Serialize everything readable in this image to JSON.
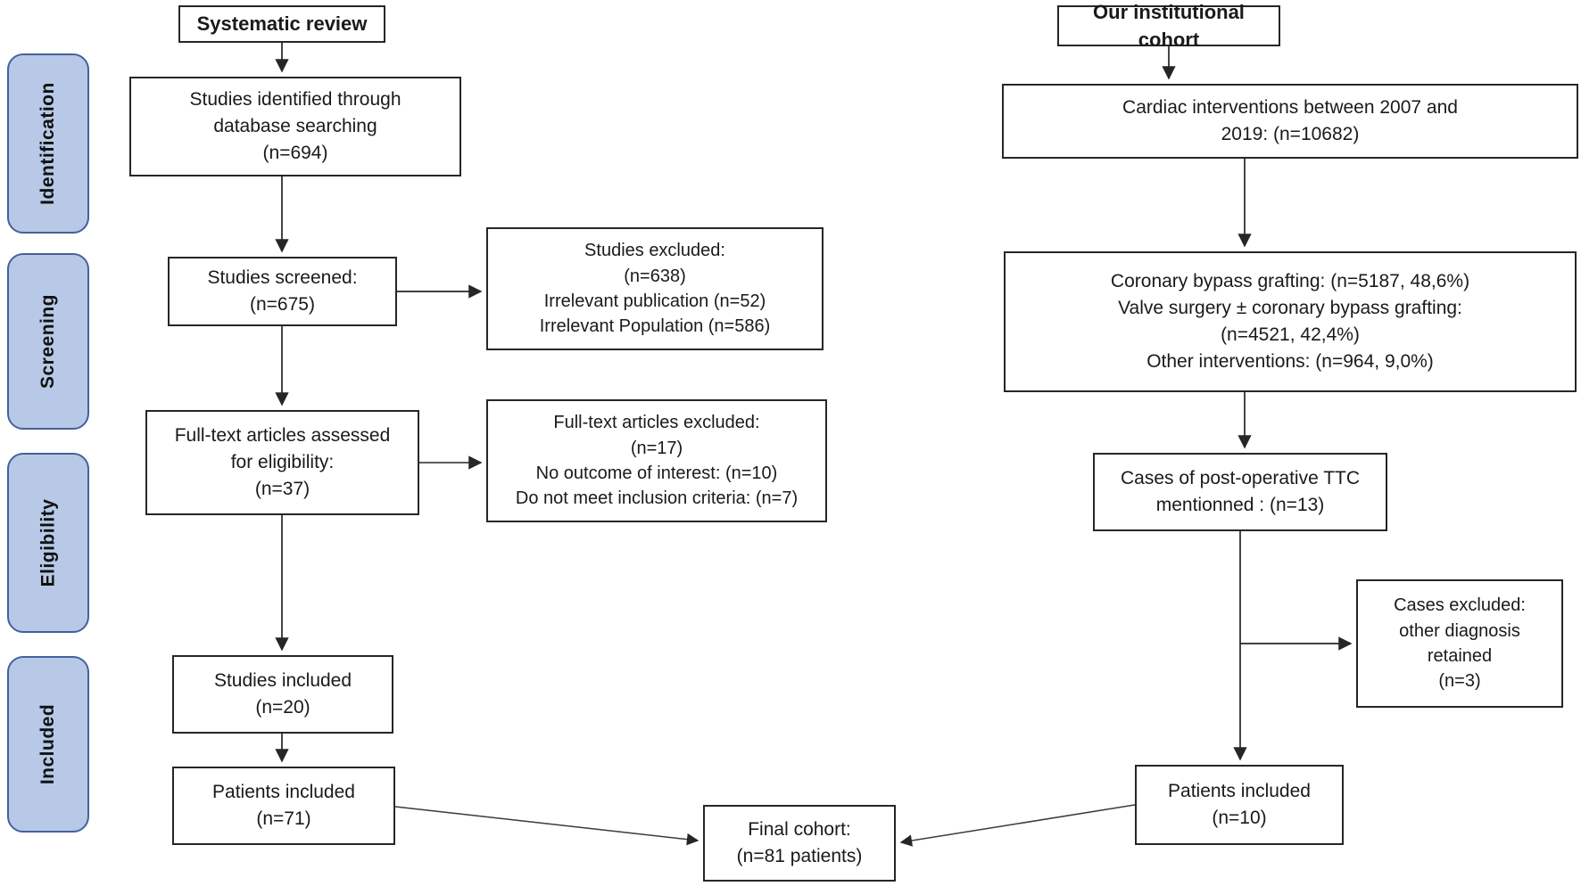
{
  "headers": {
    "systematic_review": "Systematic review",
    "institutional_cohort": "Our institutional cohort"
  },
  "sidebar": {
    "items": [
      {
        "label": "Identification"
      },
      {
        "label": "Screening"
      },
      {
        "label": "Eligibility"
      },
      {
        "label": "Included"
      }
    ]
  },
  "systematic_review_flow": {
    "studies_identified": "Studies identified through\ndatabase searching\n(n=694)",
    "studies_screened": "Studies screened:\n(n=675)",
    "studies_excluded": "Studies excluded:\n(n=638)\nIrrelevant publication (n=52)\nIrrelevant Population (n=586)",
    "fulltext_assessed": "Full-text articles assessed\nfor eligibility:\n(n=37)",
    "fulltext_excluded": "Full-text articles excluded:\n(n=17)\nNo outcome of interest: (n=10)\nDo not meet inclusion criteria: (n=7)",
    "studies_included": "Studies included\n(n=20)",
    "patients_included": "Patients included\n(n=71)"
  },
  "institutional_cohort_flow": {
    "cardiac_interventions": "Cardiac interventions between 2007 and\n2019: (n=10682)",
    "interventions_breakdown": "Coronary bypass grafting: (n=5187, 48,6%)\nValve surgery ± coronary bypass grafting:\n(n=4521, 42,4%)\nOther interventions: (n=964, 9,0%)",
    "ttc_cases": "Cases of post-operative TTC\nmentionned : (n=13)",
    "cases_excluded": "Cases excluded:\nother diagnosis\nretained\n(n=3)",
    "patients_included": "Patients included\n(n=10)"
  },
  "final": {
    "final_cohort": "Final cohort:\n(n=81 patients)"
  },
  "colors": {
    "stage_tab_fill": "#b7c9e6",
    "stage_tab_border": "#44619d",
    "box_border": "#262626",
    "arrow": "#262626"
  }
}
